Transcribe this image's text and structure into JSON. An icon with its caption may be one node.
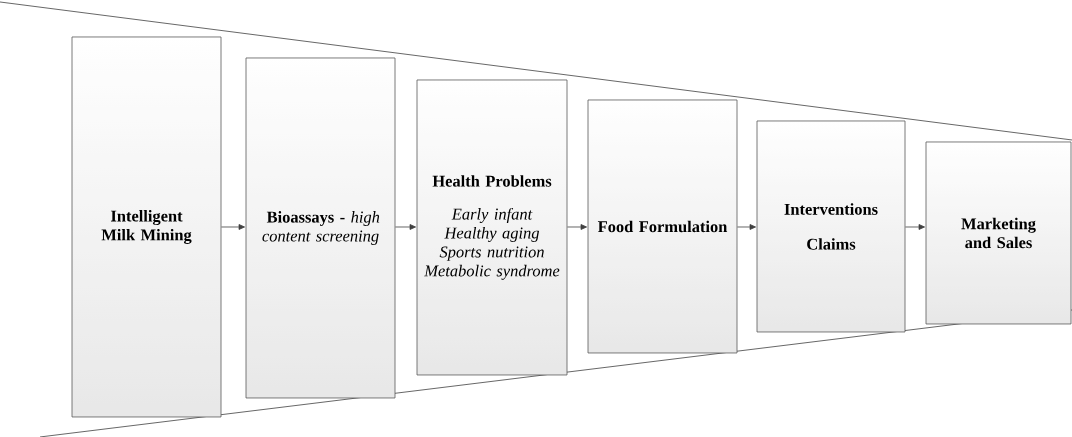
{
  "diagram": {
    "nodes": [
      {
        "text": [
          "Intelligent Milk Mining"
        ]
      },
      {
        "text": [
          "**Bioassays -** *high content screening*"
        ]
      },
      {
        "text": [
          "Health Problems",
          "Early infant",
          "Healthy aging",
          "Sports nutrition",
          "Metabolic syndrome"
        ]
      },
      {
        "text": [
          "Food Formulation"
        ]
      },
      {
        "text": [
          "Interventions",
          "Claims"
        ]
      },
      {
        "text": [
          "Marketing and Sales"
        ]
      }
    ],
    "edges": [
      {
        "from": 0,
        "to": 1,
        "arrow": "to"
      },
      {
        "from": 1,
        "to": 2,
        "arrow": "to"
      },
      {
        "from": 2,
        "to": 3,
        "arrow": "to"
      },
      {
        "from": 3,
        "to": 4,
        "arrow": "to"
      },
      {
        "from": 4,
        "to": 5,
        "arrow": "to"
      }
    ]
  }
}
